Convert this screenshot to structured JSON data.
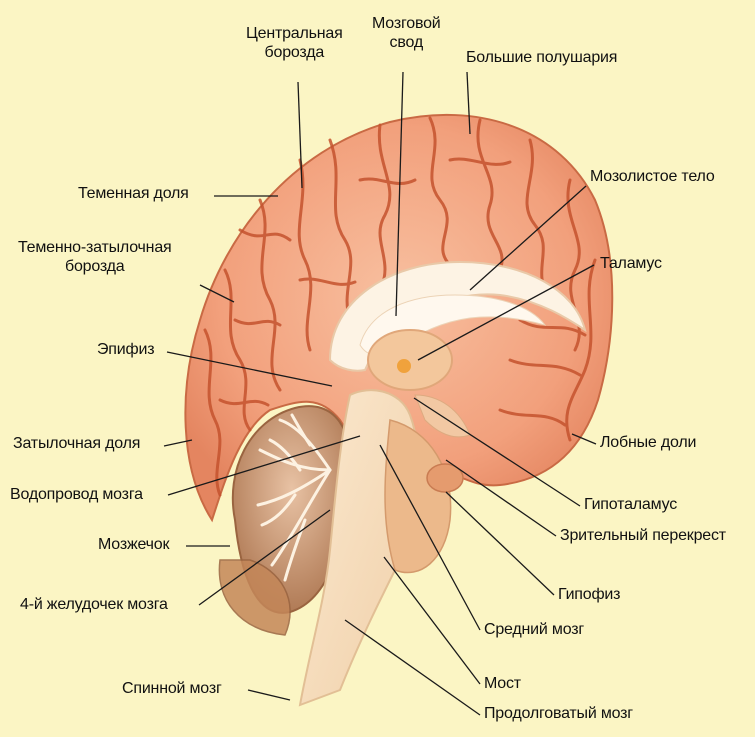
{
  "labels": {
    "central_sulcus": "Центральная\nборозда",
    "fornix": "Мозговой\nсвод",
    "hemispheres": "Большие полушария",
    "parietal_lobe": "Теменная доля",
    "parieto_occipital_sulcus": "Теменно-затылочная\nборозда",
    "corpus_callosum": "Мозолистое тело",
    "thalamus": "Таламус",
    "pineal": "Эпифиз",
    "occipital_lobe": "Затылочная доля",
    "aqueduct": "Водопровод мозга",
    "frontal_lobes": "Лобные доли",
    "hypothalamus": "Гипоталамус",
    "optic_chiasm": "Зрительный перекрест",
    "cerebellum": "Мозжечок",
    "fourth_ventricle": "4-й желудочек мозга",
    "pituitary": "Гипофиз",
    "midbrain": "Средний мозг",
    "pons": "Мост",
    "spinal_cord": "Спинной мозг",
    "medulla": "Продолговатый мозг"
  }
}
